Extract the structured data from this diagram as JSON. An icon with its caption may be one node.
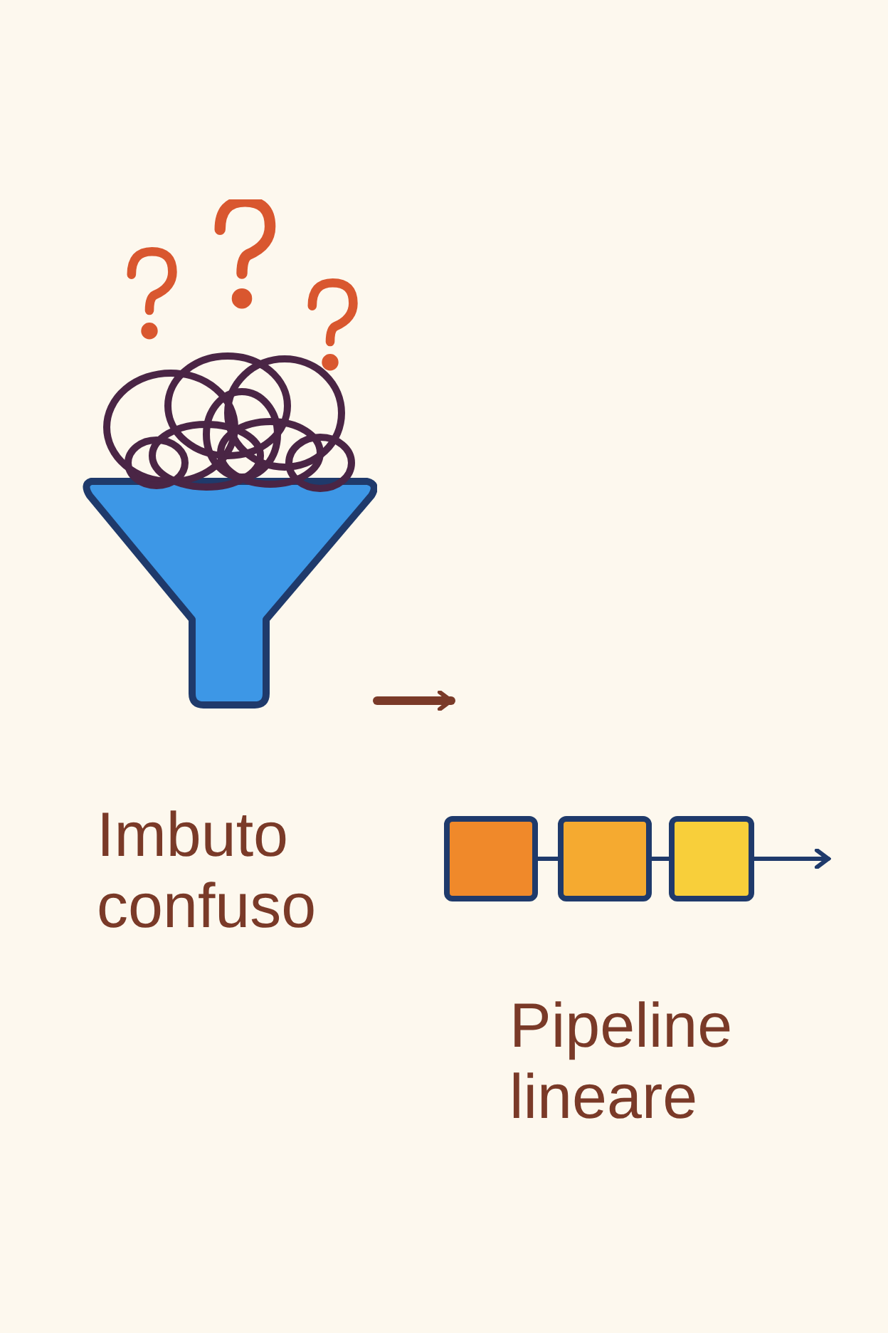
{
  "diagram": {
    "nodes": [
      {
        "text": [
          "Imbuto confuso"
        ]
      },
      {
        "text": [
          "Pipeline lineare"
        ]
      },
      {
        "text": [],
        "shape": "box",
        "in": 1
      },
      {
        "text": [],
        "shape": "box",
        "in": 1
      },
      {
        "text": [],
        "shape": "box",
        "in": 1
      }
    ],
    "edges": [
      {
        "from": 0,
        "to": null,
        "arrow": "to",
        "color": "#7a3a28",
        "style": "thick"
      },
      {
        "from": 2,
        "to": 3,
        "arrow": "none"
      },
      {
        "from": 3,
        "to": 4,
        "arrow": "none"
      },
      {
        "from": 4,
        "to": null,
        "arrow": "to"
      }
    ]
  }
}
